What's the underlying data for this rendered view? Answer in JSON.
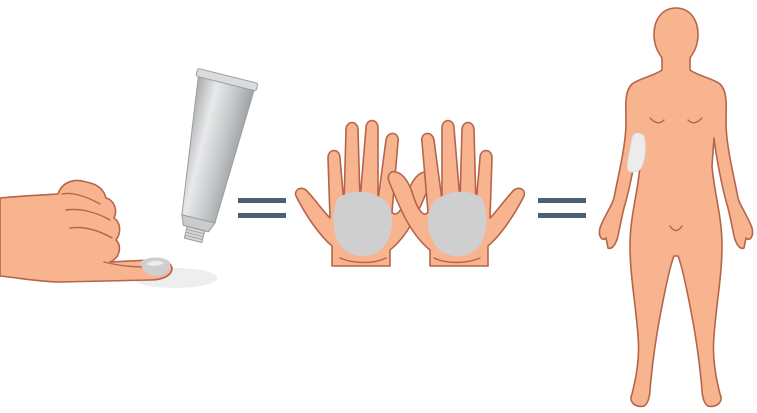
{
  "figure": {
    "panels": [
      {
        "id": "fingertip",
        "icon": "fingertip-with-cream-tube-icon"
      },
      {
        "id": "palms",
        "icon": "two-palms-icon"
      },
      {
        "id": "body",
        "icon": "human-body-icon"
      }
    ],
    "equals_symbols": 2,
    "colors": {
      "skin": "#f7b48f",
      "skin_outline": "#b5654a",
      "cream": "#cfcfcf",
      "equals": "#4d5f76",
      "tube": "#c8cacb"
    }
  }
}
